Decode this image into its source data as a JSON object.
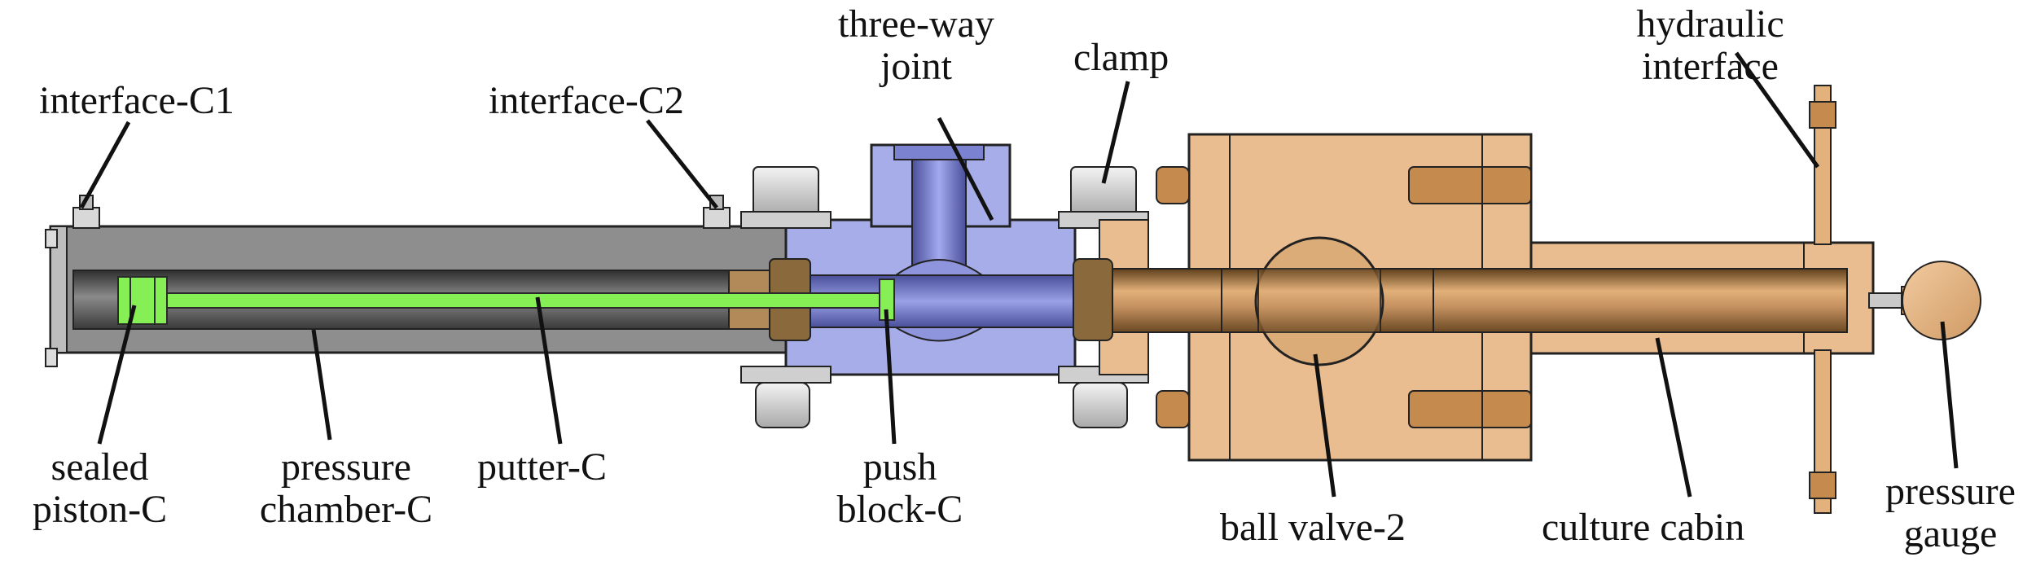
{
  "labels": {
    "interface_c1": "interface-C1",
    "interface_c2": "interface-C2",
    "three_way_joint": [
      "three-way",
      "joint"
    ],
    "clamp": "clamp",
    "hydraulic_interface": [
      "hydraulic",
      "interface"
    ],
    "sealed_piston": [
      "sealed",
      "piston-C"
    ],
    "pressure_chamber": [
      "pressure",
      "chamber-C"
    ],
    "putter": "putter-C",
    "push_block": [
      "push",
      "block-C"
    ],
    "ball_valve": "ball valve-2",
    "culture_cabin": "culture cabin",
    "pressure_gauge": [
      "pressure",
      "gauge"
    ]
  },
  "colors": {
    "chamber_gray": "#8c8c8c",
    "chamber_bore": "#5a5a5a",
    "piston_green": "#7ee84f",
    "joint_blue": "#a6acea",
    "valve_tan": "#e9bd8f",
    "rod_bronze": "#b98a55",
    "clamp_silver": "#d6d6d6"
  }
}
